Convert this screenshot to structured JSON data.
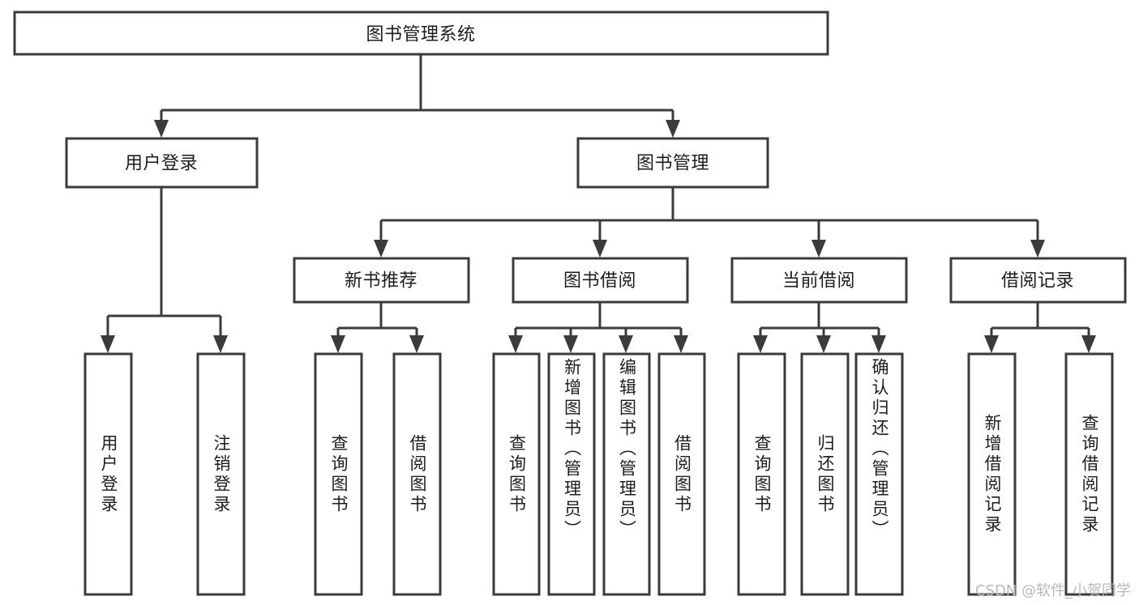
{
  "diagram": {
    "title": "图书管理系统",
    "type": "tree-hierarchy",
    "watermark": "CSDN @软件_小贺同学",
    "colors": {
      "stroke": "#3b3b3b",
      "box_fill": "#ffffff",
      "text": "#1d1d1d",
      "background": "#ffffff",
      "watermark": "#b9b9b9"
    },
    "levels": {
      "root": {
        "label": "图书管理系统"
      },
      "level2": [
        {
          "label": "用户登录"
        },
        {
          "label": "图书管理"
        }
      ],
      "level3": [
        {
          "label": "新书推荐"
        },
        {
          "label": "图书借阅"
        },
        {
          "label": "当前借阅"
        },
        {
          "label": "借阅记录"
        }
      ],
      "leaves": [
        {
          "label": "用户登录",
          "parent": "用户登录",
          "align": "center"
        },
        {
          "label": "注销登录",
          "parent": "用户登录",
          "align": "center"
        },
        {
          "label": "查询图书",
          "parent": "新书推荐",
          "align": "center"
        },
        {
          "label": "借阅图书",
          "parent": "新书推荐",
          "align": "center"
        },
        {
          "label": "查询图书",
          "parent": "图书借阅",
          "align": "center"
        },
        {
          "label": "新增图书（管理员）",
          "parent": "图书借阅",
          "align": "top"
        },
        {
          "label": "编辑图书（管理员）",
          "parent": "图书借阅",
          "align": "top"
        },
        {
          "label": "借阅图书",
          "parent": "图书借阅",
          "align": "center"
        },
        {
          "label": "查询图书",
          "parent": "当前借阅",
          "align": "center"
        },
        {
          "label": "归还图书",
          "parent": "当前借阅",
          "align": "center"
        },
        {
          "label": "确认归还（管理员）",
          "parent": "当前借阅",
          "align": "top"
        },
        {
          "label": "新增借阅记录",
          "parent": "借阅记录",
          "align": "center"
        },
        {
          "label": "查询借阅记录",
          "parent": "借阅记录",
          "align": "center"
        }
      ]
    }
  }
}
